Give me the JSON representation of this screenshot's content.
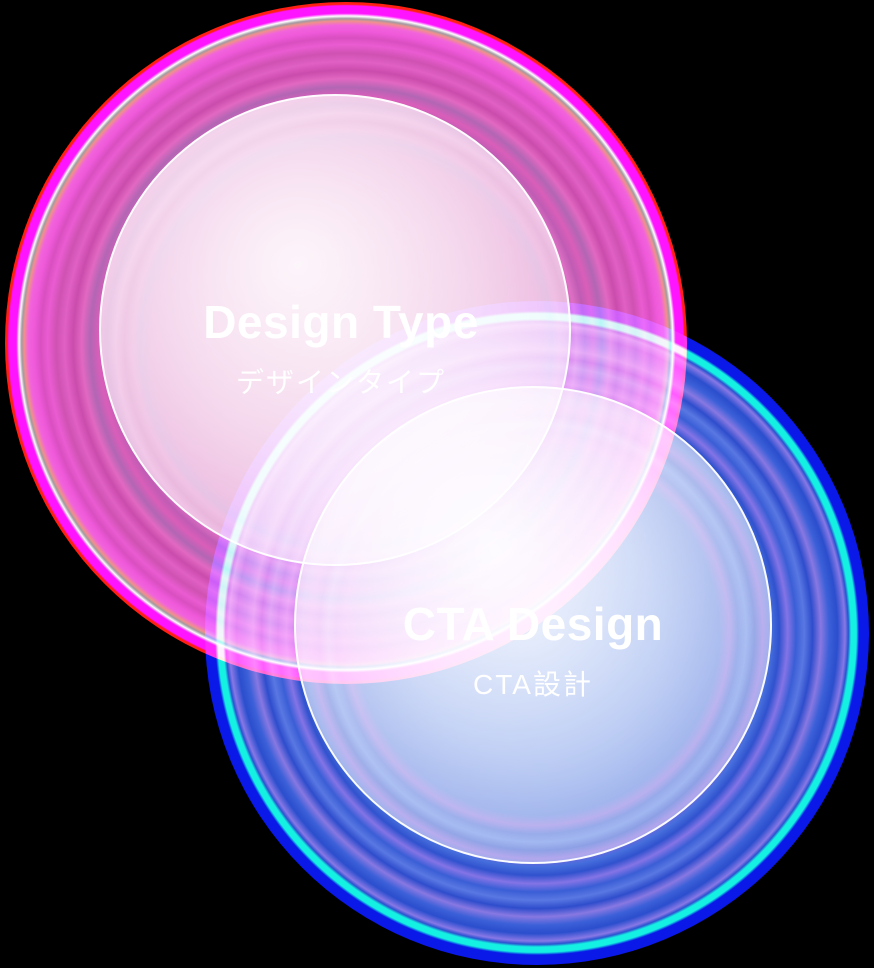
{
  "background_color": "#000000",
  "diagram": {
    "type": "venn",
    "text_color": "#ffffff",
    "sets": [
      {
        "id": "design-type",
        "label": "Design Type",
        "sublabel": "デザインタイプ",
        "fill_color": "#d563b8",
        "inner_circle_color": "rgba(255,255,255,0.66)",
        "glow_edge_colors": [
          "#ff2012",
          "#ff14ff",
          "#ffffff",
          "#a29aa2",
          "#f0908c",
          "#f263dc"
        ]
      },
      {
        "id": "cta-design",
        "label": "CTA Design",
        "sublabel": "CTA設計",
        "fill_color": "#4a70dc",
        "inner_circle_color": "rgba(255,255,255,0.58)",
        "glow_edge_colors": [
          "#0a18e8",
          "#14f0e2",
          "#8878e6",
          "#2a52d0"
        ]
      }
    ]
  }
}
